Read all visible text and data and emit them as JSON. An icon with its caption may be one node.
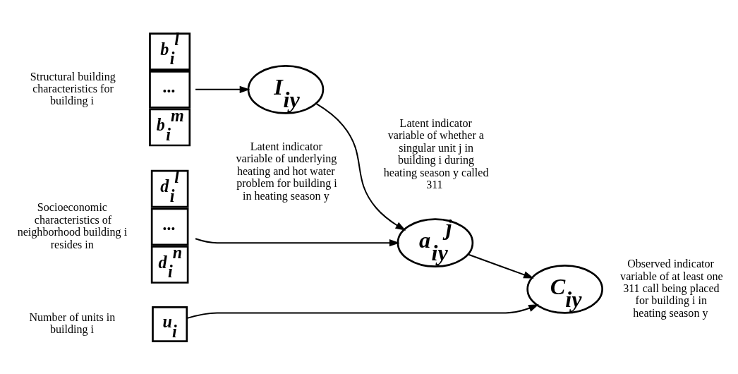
{
  "diagram": {
    "nodes": [
      {
        "text": [
          "b$_{i}$$^{l}$",
          "...",
          "b$_{i}$$^{m}$"
        ],
        "beside": [
          "Structural building characteristics for building i"
        ]
      },
      {
        "text": [
          "I$_{iy}$"
        ],
        "beside": [
          "Latent indicator variable of underlying heating and hot water problem for building i in heating season y"
        ]
      },
      {
        "text": [
          "d$_{i}$$^{l}$",
          "...",
          "d$_{i}$$^{n}$"
        ],
        "beside": [
          "Socioeconomic characteristics of neighborhood building i resides in"
        ]
      },
      {
        "text": [
          "a$_{iy}$$^{j}$"
        ],
        "beside": [
          "Latent indicator variable of whether a singular unit j in building i during heating season y called 311"
        ]
      },
      {
        "text": [
          "C$_{iy}$"
        ],
        "beside": [
          "Observed indicator variable of at least one 311 call being placed for building i in heating season y"
        ]
      },
      {
        "text": [
          "u$_{i}$"
        ],
        "beside": [
          "Number of units in building i"
        ]
      }
    ],
    "edges": [
      {
        "from": 0,
        "to": 1,
        "arrow": "to"
      },
      {
        "from": 1,
        "to": 3,
        "arrow": "to"
      },
      {
        "from": 2,
        "to": 3,
        "arrow": "to"
      },
      {
        "from": 3,
        "to": 4,
        "arrow": "to"
      },
      {
        "from": 5,
        "to": 4,
        "arrow": "to"
      }
    ]
  }
}
